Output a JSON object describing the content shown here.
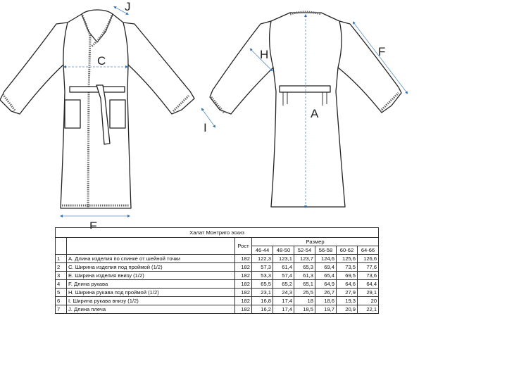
{
  "labels": {
    "A": "A",
    "C": "C",
    "E": "E",
    "F": "F",
    "H": "H",
    "I": "I",
    "J": "J"
  },
  "table": {
    "title": "Халат Монтриго эскиз",
    "height_header": "Рост",
    "size_header": "Размер",
    "sizes": [
      "46-44",
      "48-50",
      "52-54",
      "56-58",
      "60-62",
      "64-66"
    ],
    "rows": [
      {
        "n": "1",
        "name": "А. Длина изделия по спинке от шейной точки",
        "height": "182",
        "values": [
          "122,3",
          "123,1",
          "123,7",
          "124,6",
          "125,6",
          "126,6"
        ]
      },
      {
        "n": "2",
        "name": "С. Ширина изделия под проймой (1/2)",
        "height": "182",
        "values": [
          "57,3",
          "61,4",
          "65,3",
          "69,4",
          "73,5",
          "77,6"
        ]
      },
      {
        "n": "3",
        "name": "Е. Ширина изделия внизу (1/2)",
        "height": "182",
        "values": [
          "53,3",
          "57,4",
          "61,3",
          "65,4",
          "69,5",
          "73,6"
        ]
      },
      {
        "n": "4",
        "name": "F. Длина рукава",
        "height": "182",
        "values": [
          "65,5",
          "65,2",
          "65,1",
          "64,9",
          "64,6",
          "64,4"
        ]
      },
      {
        "n": "5",
        "name": "Н. Ширина рукава под проймой (1/2)",
        "height": "182",
        "values": [
          "23,1",
          "24,3",
          "25,5",
          "26,7",
          "27,9",
          "29,1"
        ]
      },
      {
        "n": "6",
        "name": "I. Ширина рукава внизу (1/2)",
        "height": "182",
        "values": [
          "16,8",
          "17,4",
          "18",
          "18,6",
          "19,3",
          "20"
        ]
      },
      {
        "n": "7",
        "name": "J. Длина плеча",
        "height": "182",
        "values": [
          "16,2",
          "17,4",
          "18,5",
          "19,7",
          "20,9",
          "22,1"
        ]
      }
    ]
  }
}
